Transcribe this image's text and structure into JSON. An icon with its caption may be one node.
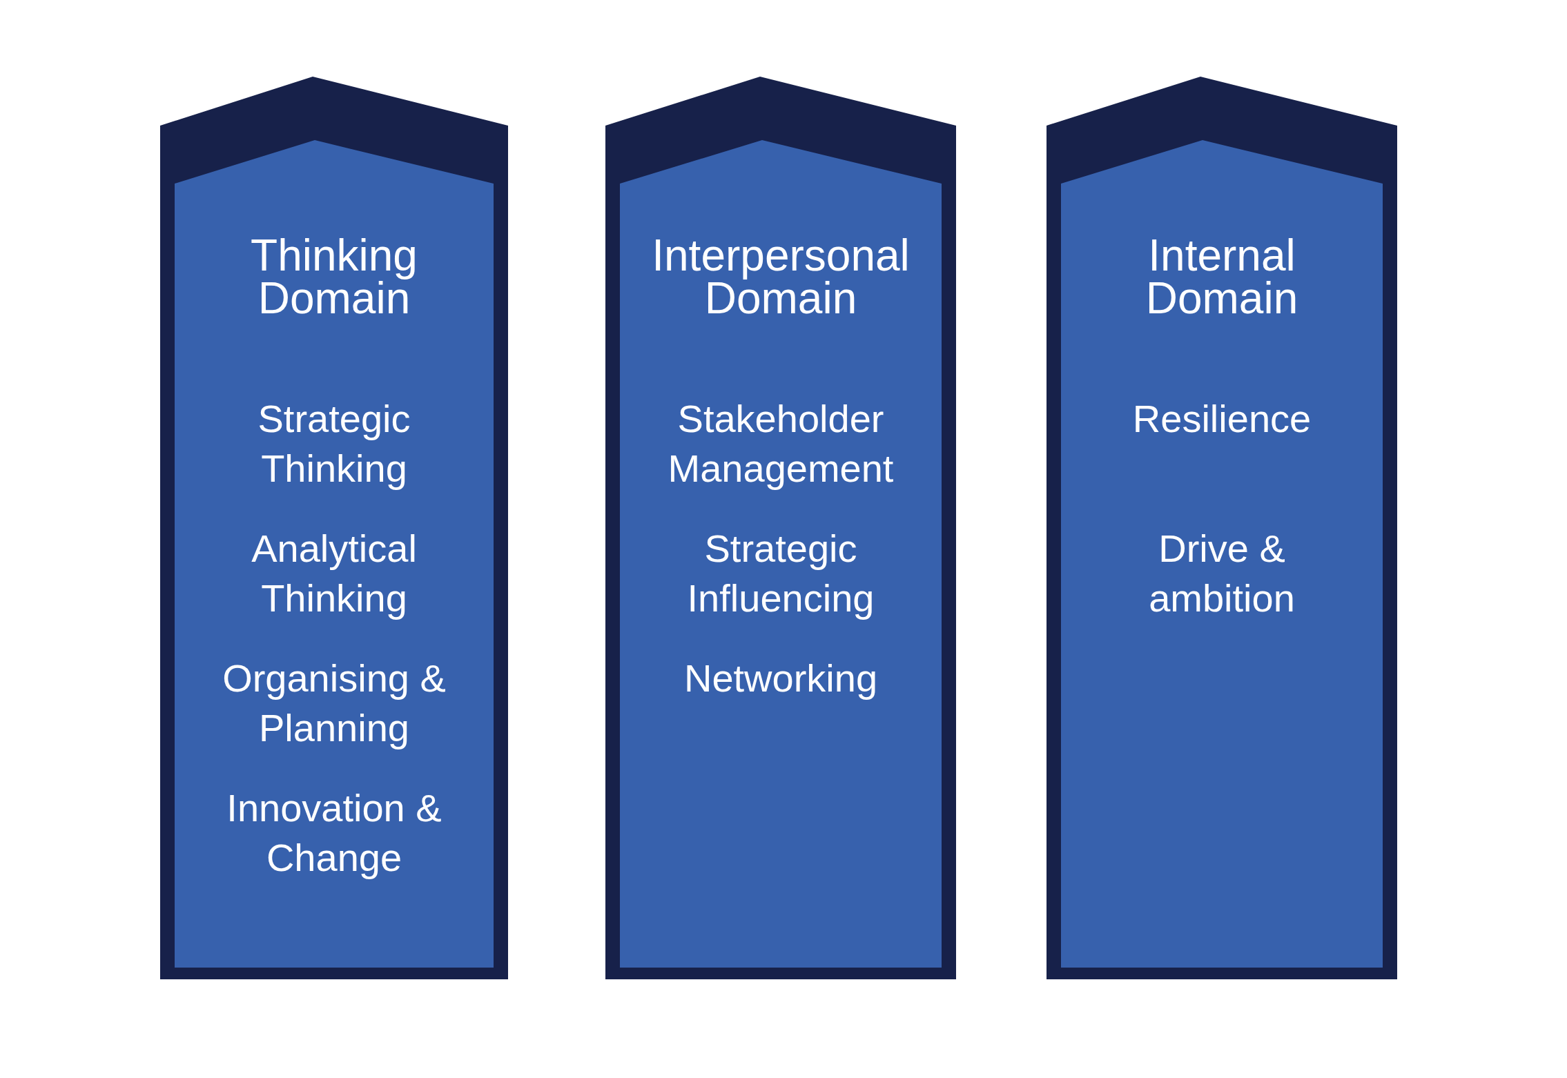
{
  "diagram": {
    "nodes": [
      {
        "text": [
          "Thinking Domain",
          "Strategic Thinking",
          "Analytical Thinking",
          "Organising & Planning",
          "Innovation & Change"
        ]
      },
      {
        "text": [
          "Interpersonal Domain",
          "Stakeholder Management",
          "Strategic Influencing",
          "Networking"
        ]
      },
      {
        "text": [
          "Internal Domain",
          "Resilience",
          "Drive & ambition"
        ]
      }
    ]
  }
}
